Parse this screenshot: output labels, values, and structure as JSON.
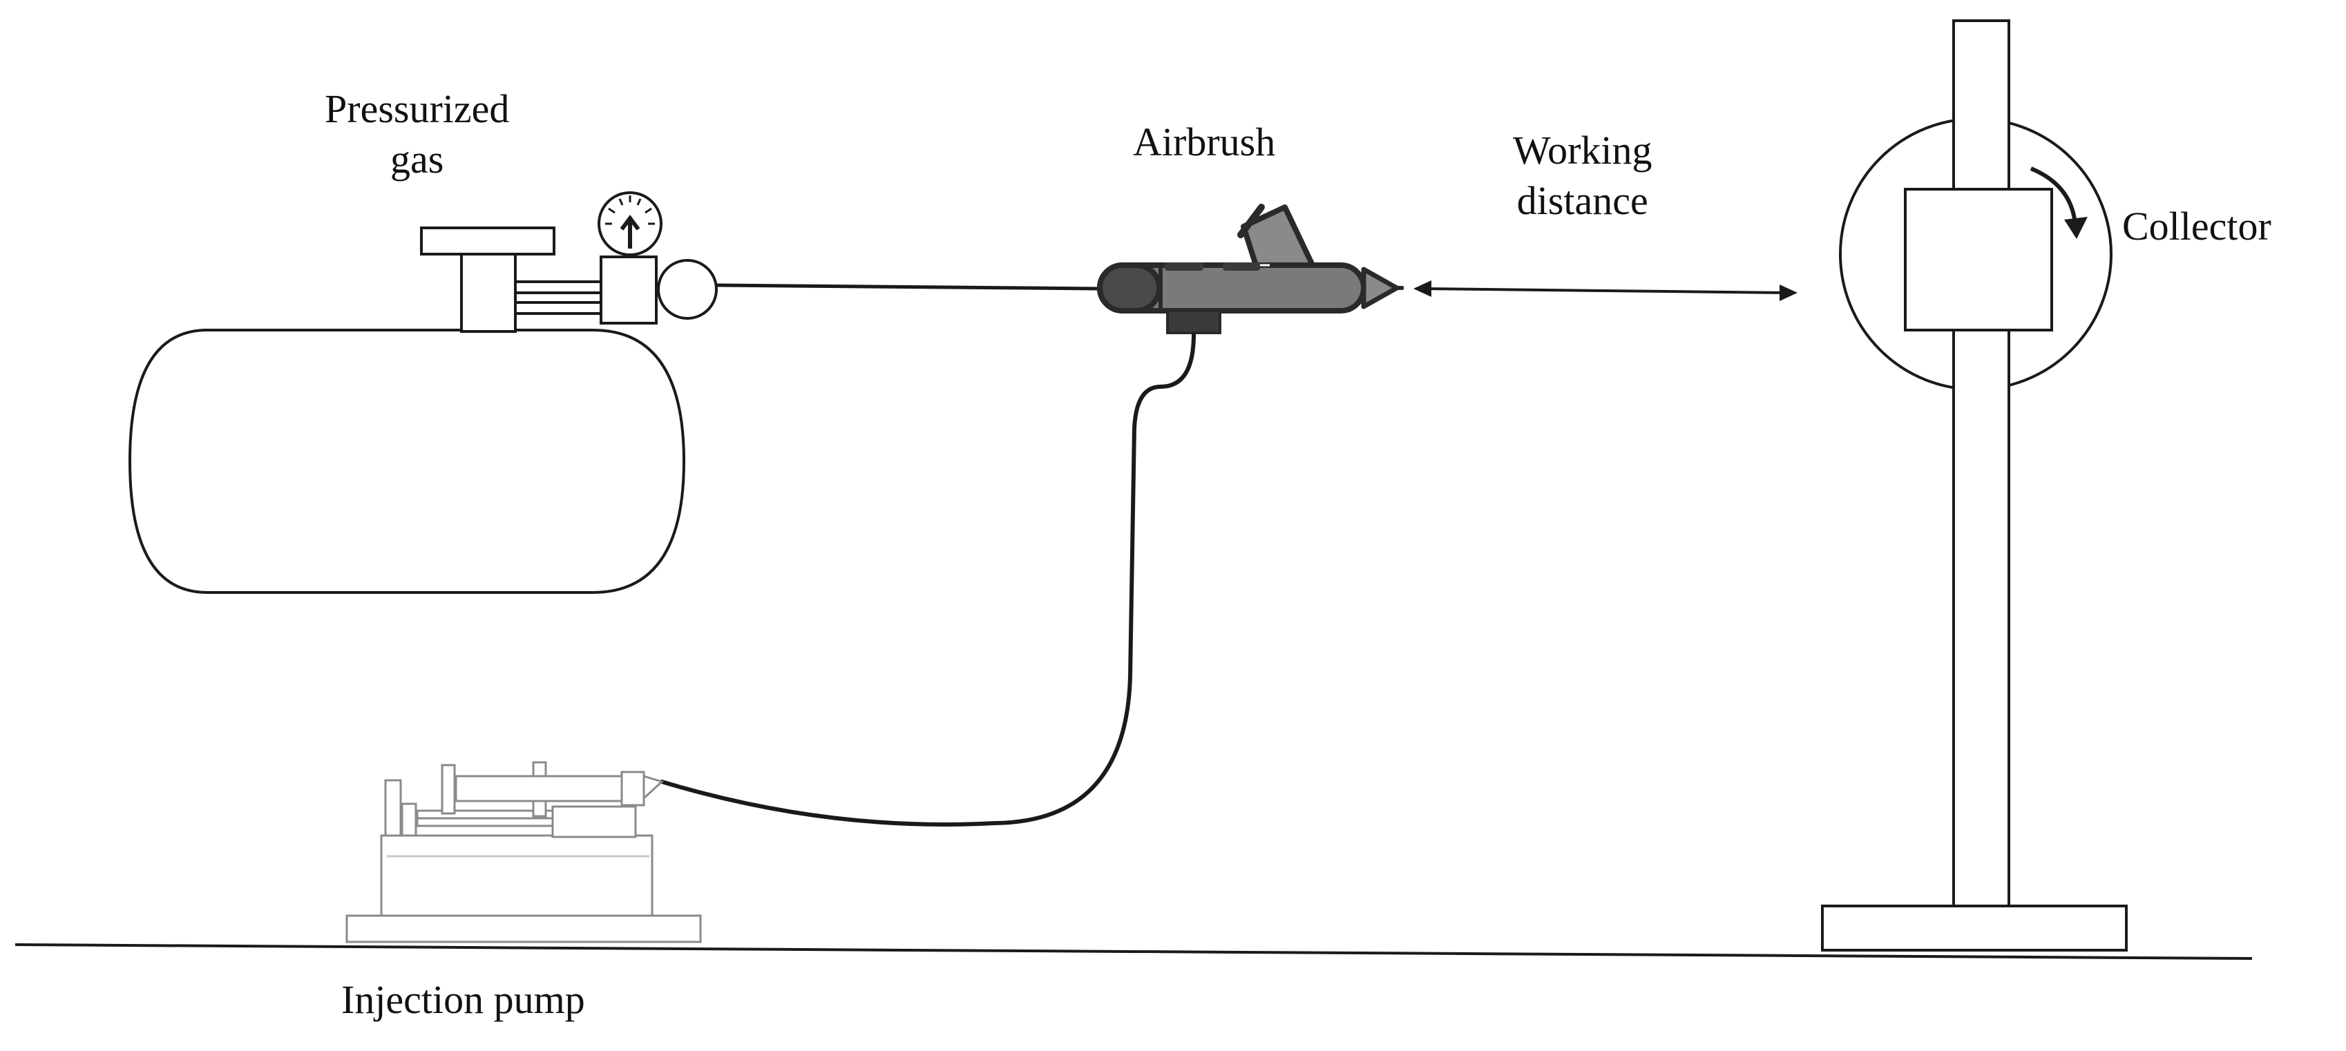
{
  "labels": {
    "pressurized_gas_line1": "Pressurized",
    "pressurized_gas_line2": "gas",
    "airbrush": "Airbrush",
    "working_distance_line1": "Working",
    "working_distance_line2": "distance",
    "collector": "Collector",
    "injection_pump": "Injection pump"
  },
  "colors": {
    "line": "#1a1a1a",
    "airbrush_body": "#7a7a7a",
    "airbrush_dark": "#3a3a3a",
    "pump_line": "#9a9a9a"
  }
}
